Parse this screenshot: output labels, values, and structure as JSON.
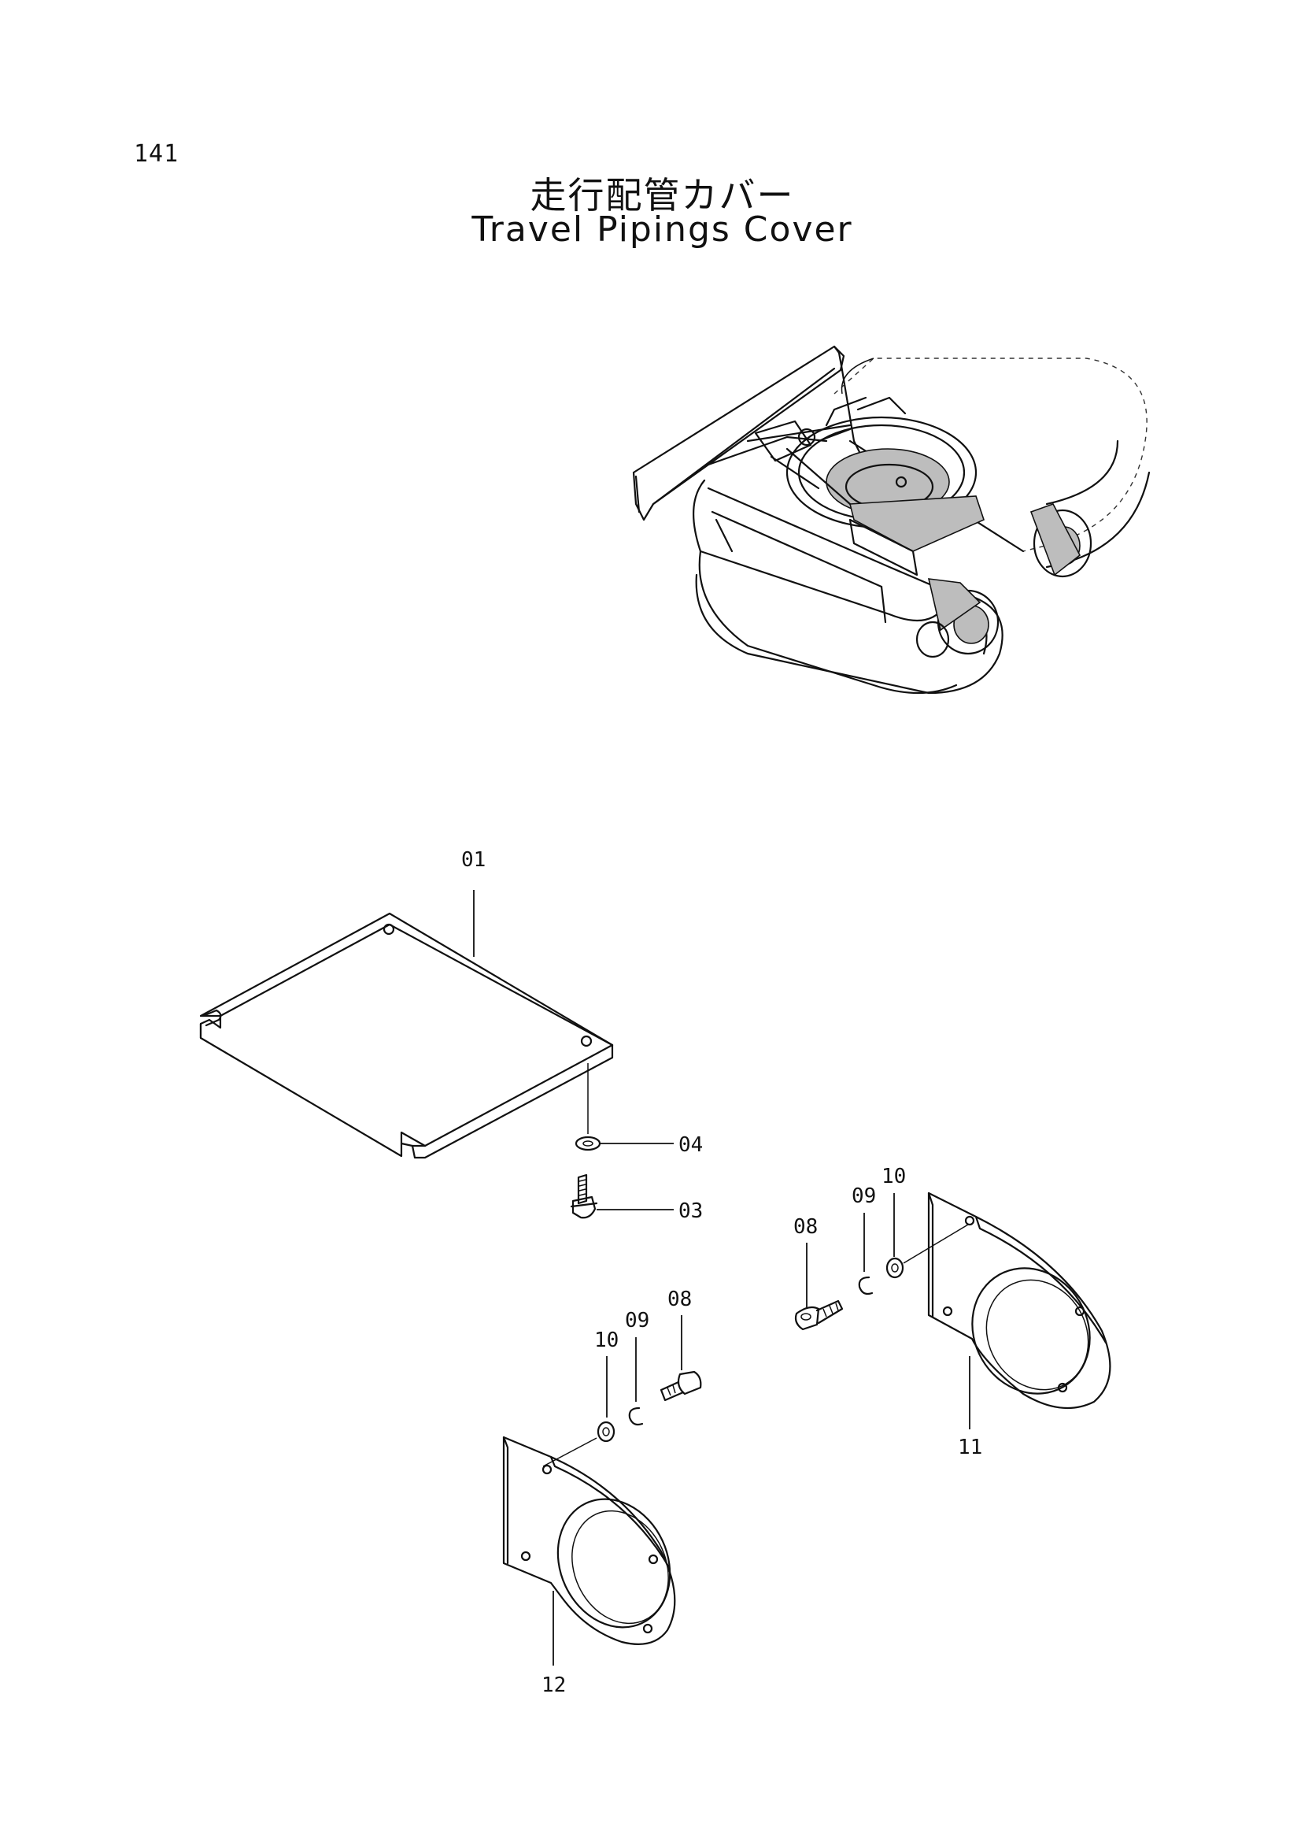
{
  "page": {
    "number": "141",
    "title_jp": "走行配管カバー",
    "title_en": "Travel Pipings Cover"
  },
  "callouts": {
    "p01": "01",
    "p03": "03",
    "p04": "04",
    "p08_right": "08",
    "p09_right": "09",
    "p10_right": "10",
    "p11": "11",
    "p08_left": "08",
    "p09_left": "09",
    "p10_left": "10",
    "p12": "12"
  }
}
